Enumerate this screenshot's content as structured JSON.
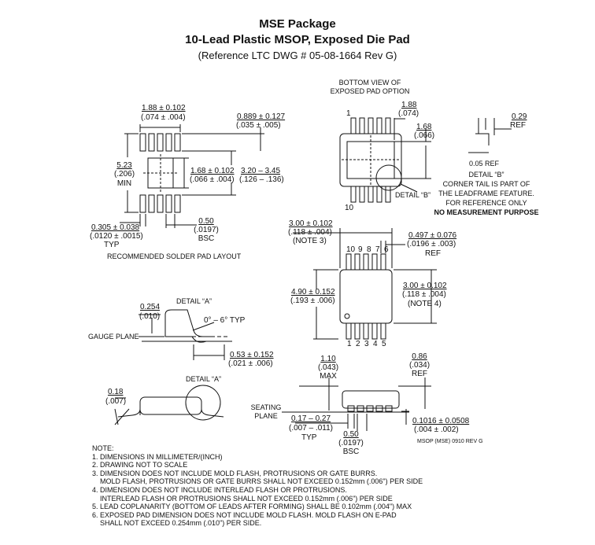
{
  "title": {
    "line1": "MSE Package",
    "line2": "10-Lead Plastic MSOP, Exposed Die Pad",
    "line3": "(Reference LTC DWG # 05-08-1664 Rev G)"
  },
  "solder_pad": {
    "dim_pad_pitch_mm": "1.88 ± 0.102",
    "dim_pad_pitch_in": "(.074 ± .004)",
    "dim_width_mm": "5.23",
    "dim_width_in": "(.206)",
    "dim_width_qualifier": "MIN",
    "dim_center_mm": "1.68 ± 0.102",
    "dim_center_in": "(.066 ± .004)",
    "dim_span_mm": "3.20 – 3.45",
    "dim_span_in": "(.126 – .136)",
    "dim_top_mm": "0.889 ± 0.127",
    "dim_top_in": "(.035 ± .005)",
    "dim_lead_mm": "0.305 ± 0.038",
    "dim_lead_in": "(.0120 ± .0015)",
    "dim_lead_qualifier": "TYP",
    "dim_bsc_mm": "0.50",
    "dim_bsc_in": "(.0197)",
    "dim_bsc_qualifier": "BSC",
    "caption": "RECOMMENDED SOLDER PAD LAYOUT"
  },
  "bottom_view": {
    "caption_line1": "BOTTOM VIEW OF",
    "caption_line2": "EXPOSED PAD OPTION",
    "dim_pad_w_mm": "1.88",
    "dim_pad_w_in": "(.074)",
    "dim_pad_h_mm": "1.68",
    "dim_pad_h_in": "(.066)",
    "pin1_label": "1",
    "pin10_label": "10",
    "detail_b_label": "DETAIL “B”"
  },
  "detail_b": {
    "dim_mm": "0.29",
    "dim_label": "REF",
    "ref_label": "0.05 REF",
    "title": "DETAIL “B”",
    "note_line1": "CORNER TAIL IS PART OF",
    "note_line2": "THE LEADFRAME FEATURE.",
    "note_line3": "FOR REFERENCE ONLY",
    "note_line4": "NO MEASUREMENT PURPOSE"
  },
  "top_view": {
    "dim_width_mm": "3.00 ± 0.102",
    "dim_width_in": "(.118 ± .004)",
    "dim_width_note": "(NOTE 3)",
    "dim_lead_mm": "0.497 ± 0.076",
    "dim_lead_in": "(.0196 ± .003)",
    "dim_lead_label": "REF",
    "dim_len_mm": "4.90 ± 0.152",
    "dim_len_in": "(.193 ± .006)",
    "dim_body_mm": "3.00 ± 0.102",
    "dim_body_in": "(.118 ± .004)",
    "dim_body_note": "(NOTE 4)",
    "pins_top": [
      "10",
      "9",
      "8",
      "7",
      "6"
    ],
    "pins_bottom": [
      "1",
      "2",
      "3",
      "4",
      "5"
    ]
  },
  "detail_a": {
    "title": "DETAIL “A”",
    "dim_h_mm": "0.254",
    "dim_h_in": "(.010)",
    "angle_label": "0° – 6° TYP",
    "gauge_plane": "GAUGE PLANE",
    "dim_foot_mm": "0.53 ± 0.152",
    "dim_foot_in": "(.021 ± .006)"
  },
  "side_view_left": {
    "dim_mm": "0.18",
    "dim_in": "(.007)",
    "detail_a_label": "DETAIL “A”"
  },
  "side_view_right": {
    "dim_height_mm": "1.10",
    "dim_height_in": "(.043)",
    "dim_height_qualifier": "MAX",
    "dim_ref_mm": "0.86",
    "dim_ref_in": "(.034)",
    "dim_ref_label": "REF",
    "seating_line1": "SEATING",
    "seating_line2": "PLANE",
    "dim_lead_mm": "0.17 – 0.27",
    "dim_lead_in": "(.007 – .011)",
    "dim_lead_qualifier": "TYP",
    "dim_pitch_mm": "0.50",
    "dim_pitch_in": "(.0197)",
    "dim_pitch_qualifier": "BSC",
    "dim_standoff_mm": "0.1016 ± 0.0508",
    "dim_standoff_in": "(.004 ± .002)",
    "drawing_code": "MSOP (MSE) 0910 REV G"
  },
  "notes": {
    "heading": "NOTE:",
    "lines": [
      "1. DIMENSIONS IN MILLIMETER/(INCH)",
      "2. DRAWING NOT TO SCALE",
      "3. DIMENSION DOES NOT INCLUDE MOLD FLASH, PROTRUSIONS OR GATE BURRS.",
      "    MOLD FLASH, PROTRUSIONS OR GATE BURRS SHALL NOT EXCEED 0.152mm (.006\") PER SIDE",
      "4. DIMENSION DOES NOT INCLUDE INTERLEAD FLASH OR PROTRUSIONS.",
      "    INTERLEAD FLASH OR PROTRUSIONS SHALL NOT EXCEED 0.152mm (.006\") PER SIDE",
      "5. LEAD COPLANARITY (BOTTOM OF LEADS AFTER FORMING) SHALL BE 0.102mm (.004\") MAX",
      "6. EXPOSED PAD DIMENSION DOES NOT INCLUDE MOLD FLASH. MOLD FLASH ON E-PAD",
      "    SHALL NOT EXCEED 0.254mm (.010\") PER SIDE."
    ]
  }
}
